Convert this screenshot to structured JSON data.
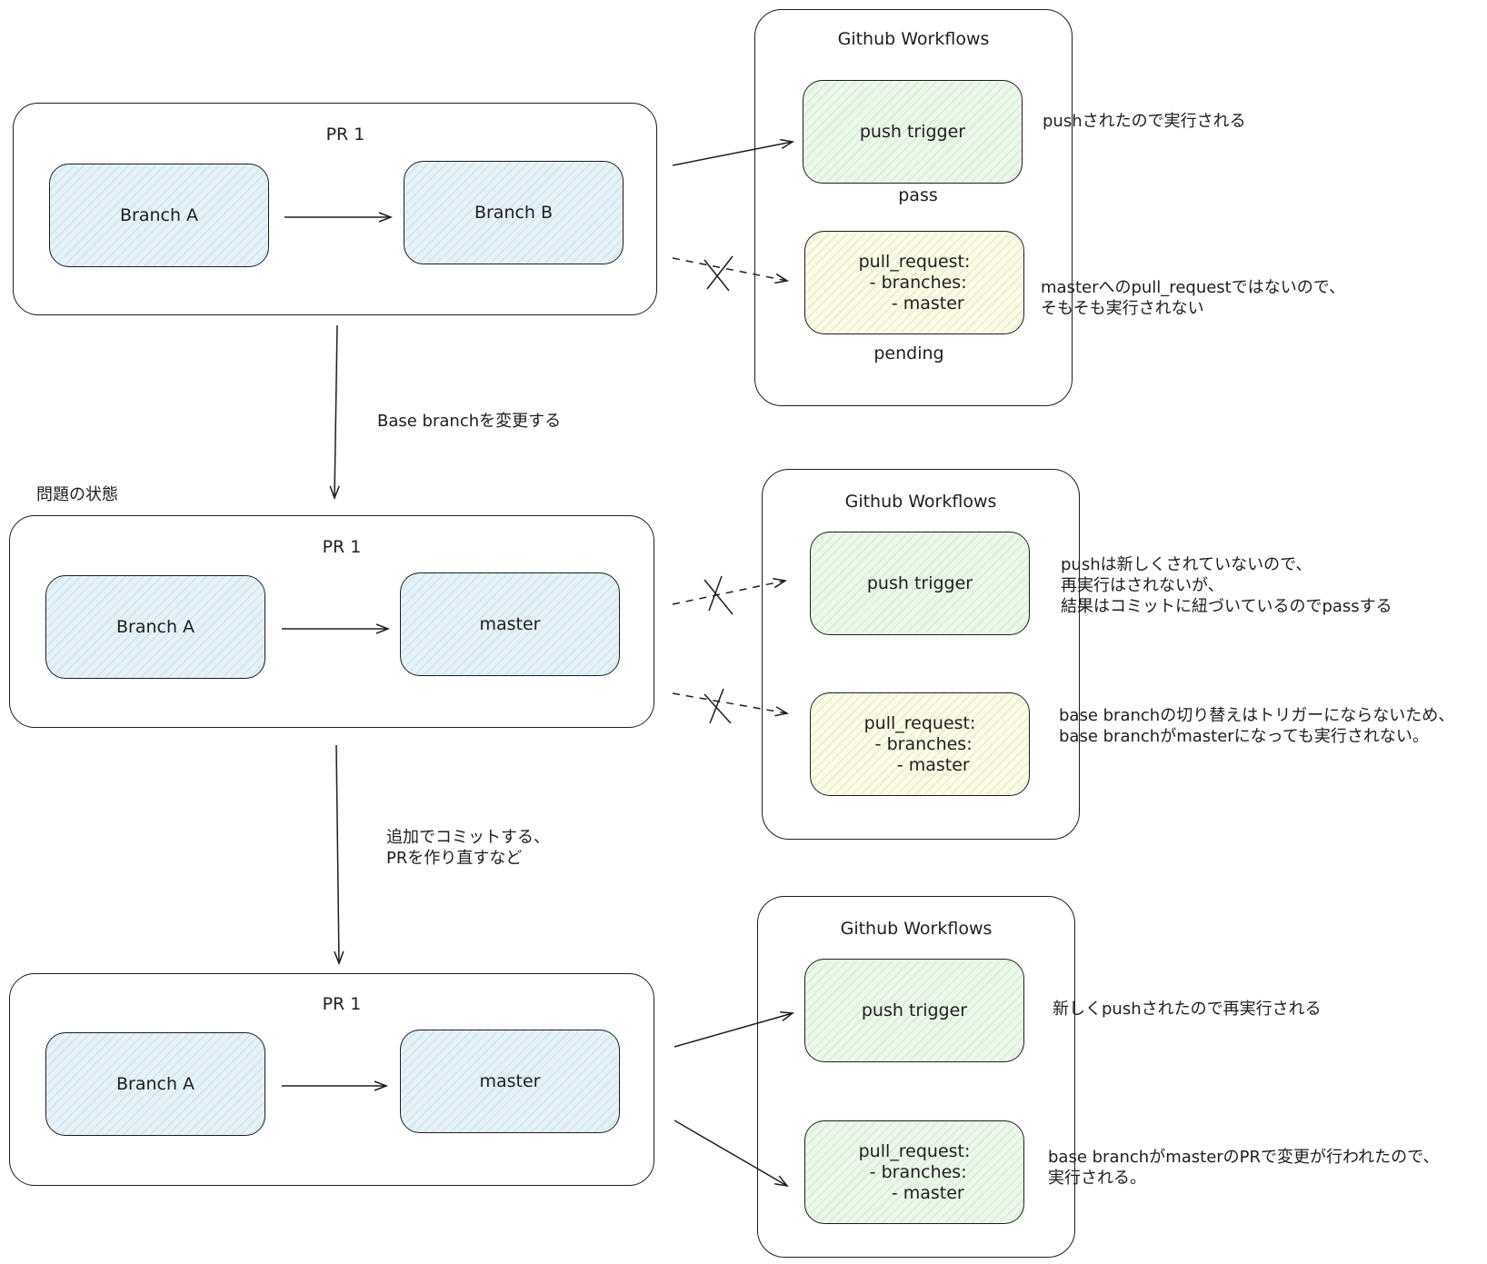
{
  "sections": [
    {
      "pr_label": "PR 1",
      "head_branch": "Branch A",
      "base_branch": "Branch B",
      "workflow_title": "Github Workflows",
      "push_trigger": "push trigger",
      "push_status": "pass",
      "pull_request": "pull_request:\n  - branches:\n      - master",
      "pull_status": "pending",
      "push_note": "pushされたので実行される",
      "pull_note": "masterへのpull_requestではないので、\nそもそも実行されない"
    },
    {
      "state_label": "問題の状態",
      "pr_label": "PR 1",
      "head_branch": "Branch A",
      "base_branch": "master",
      "workflow_title": "Github Workflows",
      "push_trigger": "push trigger",
      "pull_request": "pull_request:\n  - branches:\n      - master",
      "push_note": "pushは新しくされていないので、\n再実行はされないが、\n結果はコミットに紐づいているのでpassする",
      "pull_note": "base branchの切り替えはトリガーにならないため、\nbase branchがmasterになっても実行されない。"
    },
    {
      "pr_label": "PR 1",
      "head_branch": "Branch A",
      "base_branch": "master",
      "workflow_title": "Github Workflows",
      "push_trigger": "push trigger",
      "pull_request": "pull_request:\n  - branches:\n      - master",
      "push_note": "新しくpushされたので再実行される",
      "pull_note": "base branchがmasterのPRで変更が行われたので、\n実行される。"
    }
  ],
  "transitions": [
    {
      "label": "Base branchを変更する"
    },
    {
      "label": "追加でコミットする、\nPRを作り直すなど"
    }
  ],
  "colors": {
    "stroke": "#1e1e1e",
    "branch_fill": "#e6f2f7",
    "push_fill": "#ecf8ea",
    "pending_fill": "#fbfbe7"
  }
}
